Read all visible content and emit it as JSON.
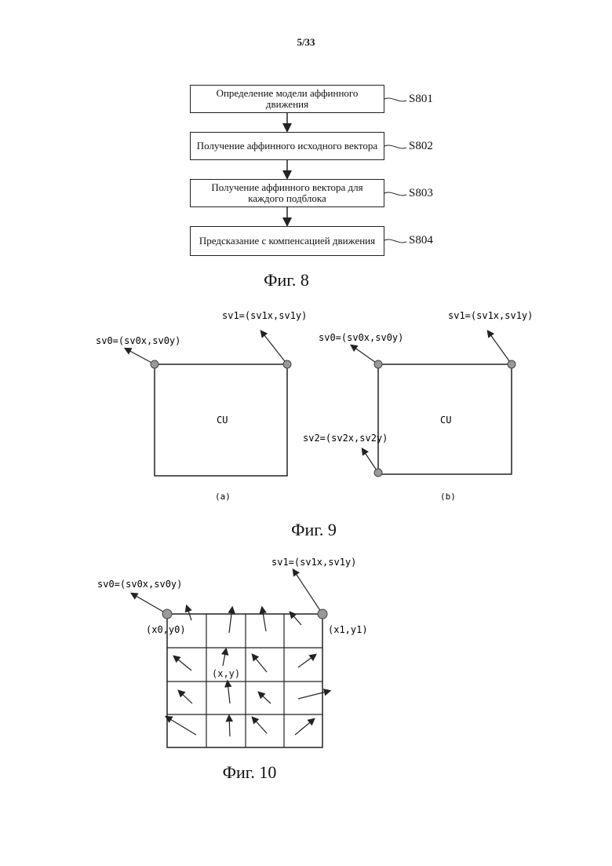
{
  "page_number": "5/33",
  "fig8": {
    "steps": [
      {
        "label": "Определение модели аффинного движения",
        "id": "S801"
      },
      {
        "label": "Получение аффинного исходного вектора",
        "id": "S802"
      },
      {
        "label": "Получение аффинного вектора для каждого подблока",
        "id": "S803"
      },
      {
        "label": "Предсказание с компенсацией движения",
        "id": "S804"
      }
    ],
    "caption": "Фиг. 8"
  },
  "fig9": {
    "panel_a": {
      "block_label": "CU",
      "sub_label": "(a)",
      "sv0": "sv0=(sv0x,sv0y)",
      "sv1": "sv1=(sv1x,sv1y)"
    },
    "panel_b": {
      "block_label": "CU",
      "sub_label": "(b)",
      "sv0": "sv0=(sv0x,sv0y)",
      "sv1": "sv1=(sv1x,sv1y)",
      "sv2": "sv2=(sv2x,sv2y)"
    },
    "caption": "Фиг. 9"
  },
  "fig10": {
    "sv0": "sv0=(sv0x,sv0y)",
    "sv1": "sv1=(sv1x,sv1y)",
    "p0": "(x0,y0)",
    "p1": "(x1,y1)",
    "pxy": "(x,y)",
    "caption": "Фиг. 10"
  }
}
